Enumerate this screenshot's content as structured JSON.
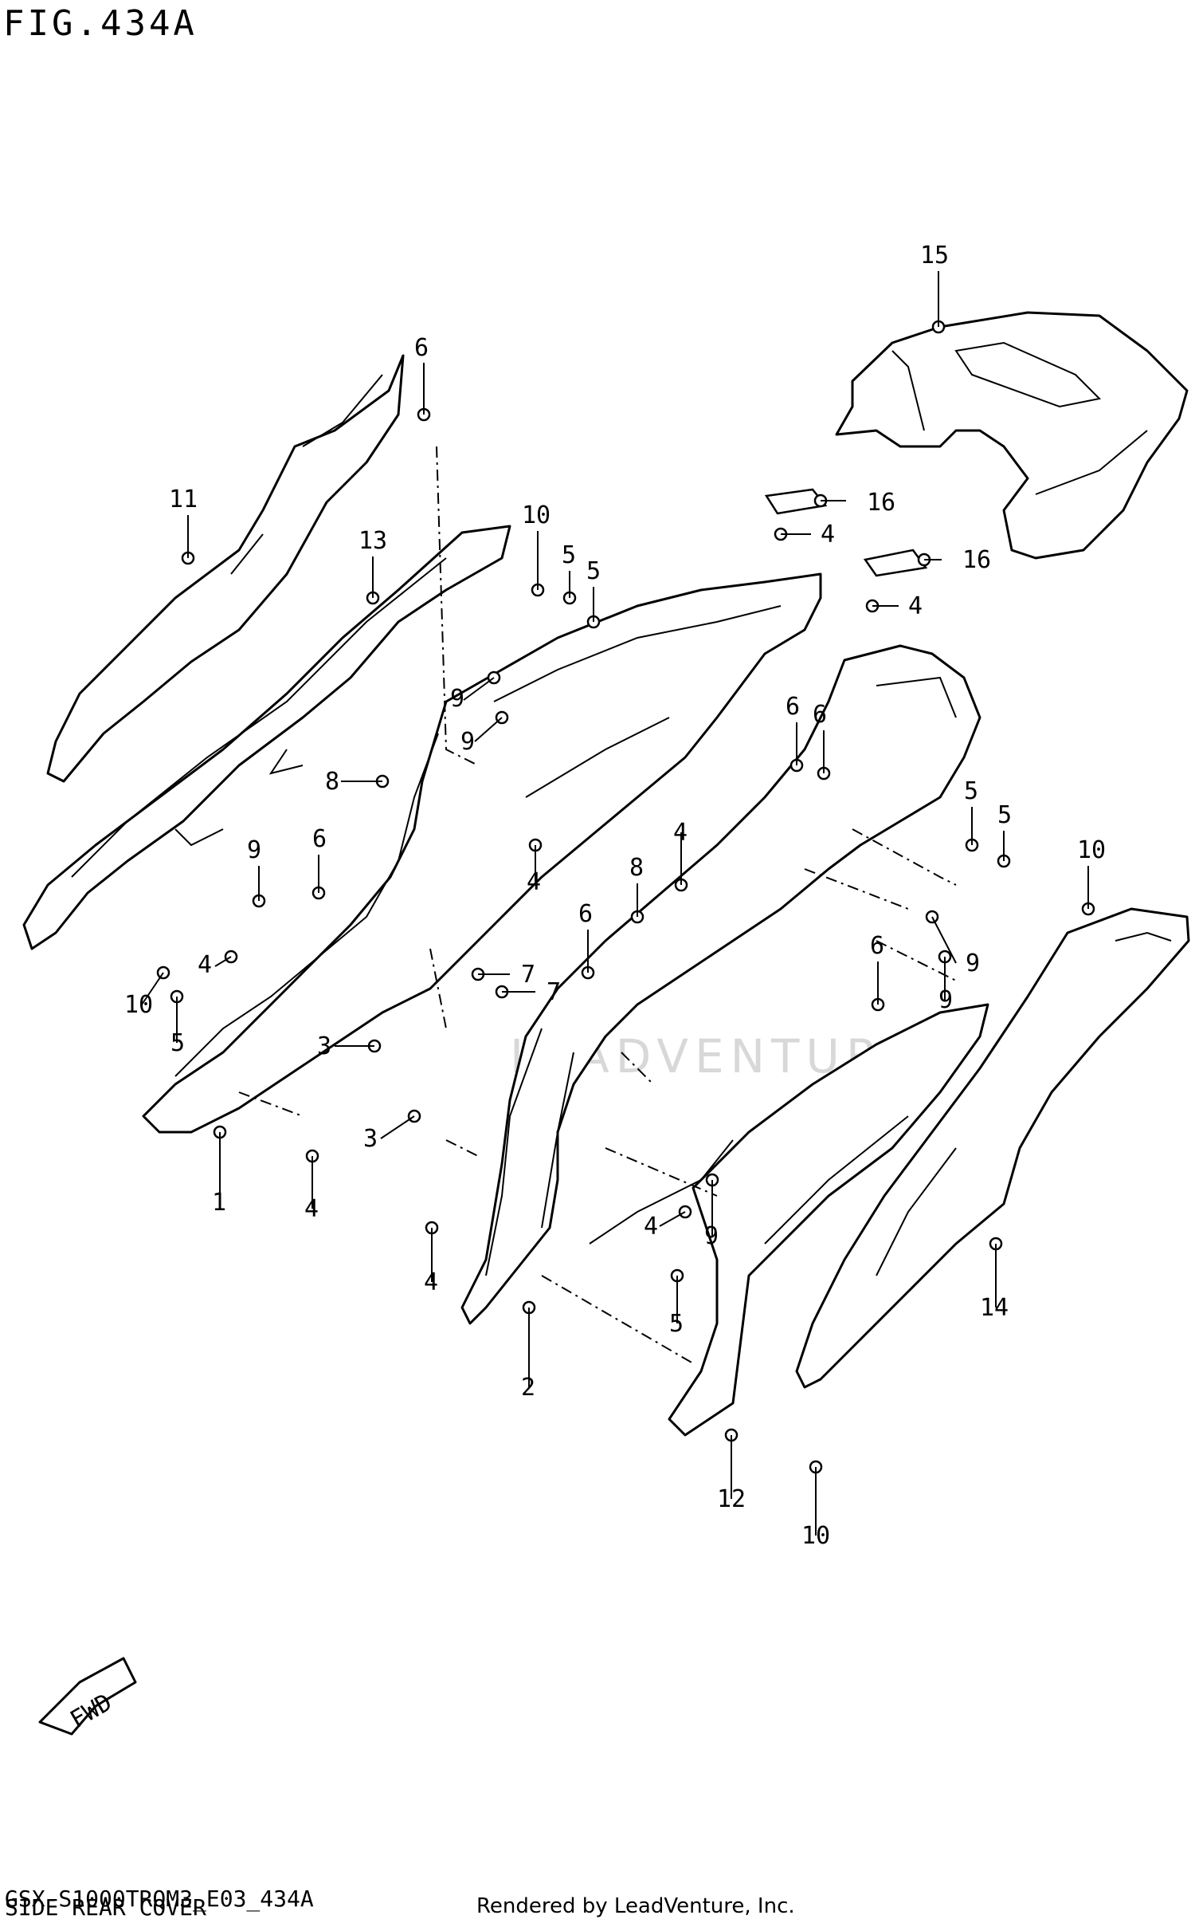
{
  "figure": {
    "title": "FIG.434A",
    "model_code": "GSX-S1000TRQM3_E03_434A",
    "section_name": "SIDE REAR COVER",
    "rendered_by": "Rendered by LeadVenture, Inc.",
    "watermark": "LEADVENTURE",
    "fwd_label": "FWD"
  },
  "callouts": [
    {
      "id": "c15",
      "text": "15"
    },
    {
      "id": "c16a",
      "text": "16"
    },
    {
      "id": "c16b",
      "text": "16"
    },
    {
      "id": "c6a",
      "text": "6"
    },
    {
      "id": "c11",
      "text": "11"
    },
    {
      "id": "c13",
      "text": "13"
    },
    {
      "id": "c10a",
      "text": "10"
    },
    {
      "id": "c5a",
      "text": "5"
    },
    {
      "id": "c5b",
      "text": "5"
    },
    {
      "id": "c4a",
      "text": "4"
    },
    {
      "id": "c4b",
      "text": "4"
    },
    {
      "id": "c9a",
      "text": "9"
    },
    {
      "id": "c9b",
      "text": "9"
    },
    {
      "id": "c6b",
      "text": "6"
    },
    {
      "id": "c6c",
      "text": "6"
    },
    {
      "id": "c8a",
      "text": "8"
    },
    {
      "id": "c4c",
      "text": "4"
    },
    {
      "id": "c5c",
      "text": "5"
    },
    {
      "id": "c5d",
      "text": "5"
    },
    {
      "id": "c10b",
      "text": "10"
    },
    {
      "id": "c9c",
      "text": "9"
    },
    {
      "id": "c6d",
      "text": "6"
    },
    {
      "id": "c4d",
      "text": "4"
    },
    {
      "id": "c8b",
      "text": "8"
    },
    {
      "id": "c10c",
      "text": "10"
    },
    {
      "id": "c4e",
      "text": "4"
    },
    {
      "id": "c6e",
      "text": "6"
    },
    {
      "id": "c7a",
      "text": "7"
    },
    {
      "id": "c7b",
      "text": "7"
    },
    {
      "id": "c6f",
      "text": "6"
    },
    {
      "id": "c9d",
      "text": "9"
    },
    {
      "id": "c9e",
      "text": "9"
    },
    {
      "id": "c5e",
      "text": "5"
    },
    {
      "id": "c3a",
      "text": "3"
    },
    {
      "id": "c3b",
      "text": "3"
    },
    {
      "id": "c1",
      "text": "1"
    },
    {
      "id": "c4f",
      "text": "4"
    },
    {
      "id": "c4g",
      "text": "4"
    },
    {
      "id": "c4h",
      "text": "4"
    },
    {
      "id": "c9f",
      "text": "9"
    },
    {
      "id": "c5f",
      "text": "5"
    },
    {
      "id": "c2",
      "text": "2"
    },
    {
      "id": "c14",
      "text": "14"
    },
    {
      "id": "c12",
      "text": "12"
    },
    {
      "id": "c10d",
      "text": "10"
    }
  ]
}
